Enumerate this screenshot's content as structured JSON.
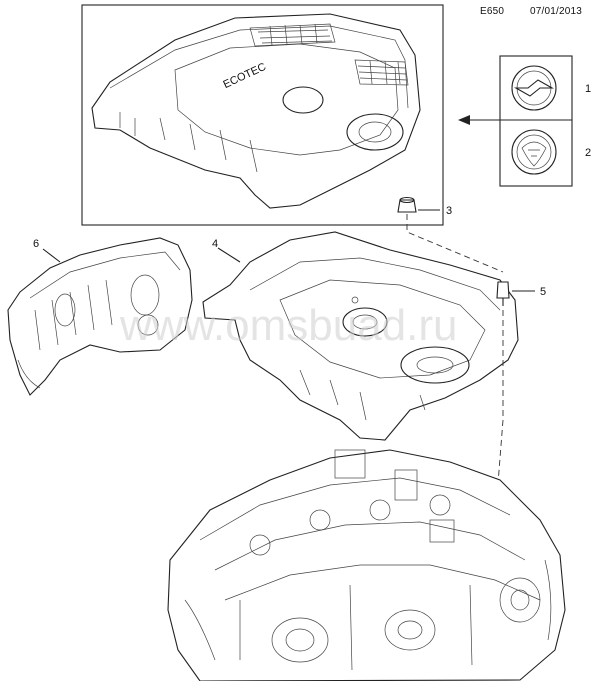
{
  "header": {
    "code": "E650",
    "date": "07/01/2013"
  },
  "parts": {
    "p1": "1",
    "p2": "2",
    "p3": "3",
    "p4": "4",
    "p5": "5",
    "p6": "6"
  },
  "labels": {
    "ecotec": "ECOTEC"
  },
  "watermark": "www.omsbuad.ru",
  "colors": {
    "line": "#222222",
    "background": "#ffffff",
    "watermark": "#cfcfcf"
  }
}
